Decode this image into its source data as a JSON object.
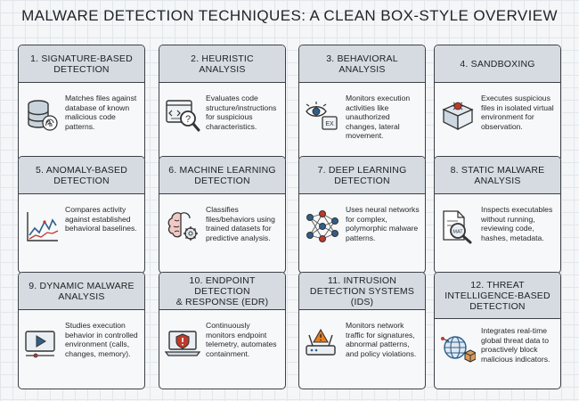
{
  "title": "MALWARE DETECTION TECHNIQUES: A CLEAN BOX-STYLE OVERVIEW",
  "cards": [
    {
      "title": "1. SIGNATURE-BASED\nDETECTION",
      "desc": "Matches files against database of known malicious code patterns.",
      "icon": "database-fingerprint-icon"
    },
    {
      "title": "2. HEURISTIC\nANALYSIS",
      "desc": "Evaluates code structure/instructions for suspicious characteristics.",
      "icon": "code-magnifier-icon"
    },
    {
      "title": "3. BEHAVIORAL\nANALYSIS",
      "desc": "Monitors execution activities like unauthorized changes, lateral movement.",
      "icon": "eye-monitor-icon"
    },
    {
      "title": "4. SANDBOXING",
      "desc": "Executes suspicious files in isolated virtual environment for observation.",
      "icon": "sandbox-box-icon"
    },
    {
      "title": "5. ANOMALY-BASED\nDETECTION",
      "desc": "Compares activity against established behavioral baselines.",
      "icon": "line-chart-icon"
    },
    {
      "title": "6. MACHINE LEARNING\nDETECTION",
      "desc": "Classifies files/behaviors using trained datasets for predictive analysis.",
      "icon": "brain-gear-icon"
    },
    {
      "title": "7. DEEP LEARNING\nDETECTION",
      "desc": "Uses neural networks for complex, polymorphic malware patterns.",
      "icon": "neural-network-icon"
    },
    {
      "title": "8. STATIC MALWARE\nANALYSIS",
      "desc": "Inspects executables without running, reviewing code, hashes, metadata.",
      "icon": "file-magnifier-icon"
    },
    {
      "title": "9. DYNAMIC MALWARE\nANALYSIS",
      "desc": "Studies execution behavior in controlled environment (calls, changes, memory).",
      "icon": "video-play-icon"
    },
    {
      "title": "10. ENDPOINT DETECTION\n& RESPONSE (EDR)",
      "desc": "Continuously monitors endpoint telemetry, automates containment.",
      "icon": "laptop-shield-icon"
    },
    {
      "title": "11. INTRUSION\nDETECTION SYSTEMS (IDS)",
      "desc": "Monitors network traffic for signatures, abnormal patterns, and policy violations.",
      "icon": "router-warning-icon"
    },
    {
      "title": "12. THREAT\nINTELLIGENCE-BASED\nDETECTION",
      "desc": "Integrates real-time global threat data to proactively block malicious indicators.",
      "icon": "globe-network-icon"
    }
  ]
}
